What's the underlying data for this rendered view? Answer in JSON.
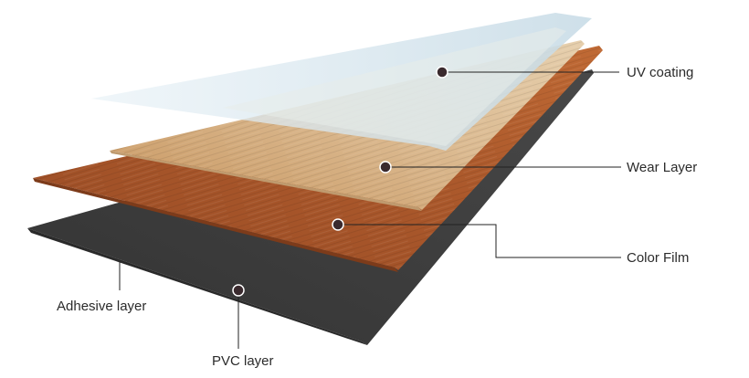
{
  "labels": {
    "uv_coating": "UV coating",
    "wear_layer": "Wear Layer",
    "color_film": "Color Film",
    "adhesive_layer": "Adhesive layer",
    "pvc_layer": "PVC layer"
  },
  "colors": {
    "pvc_layer": "#3c3c3c",
    "color_film": "#a8572b",
    "wear_layer": "#dbbd97",
    "uv_coating": "#d5e4ec",
    "marker": "#3a2a2e",
    "leader_line": "#222222"
  }
}
